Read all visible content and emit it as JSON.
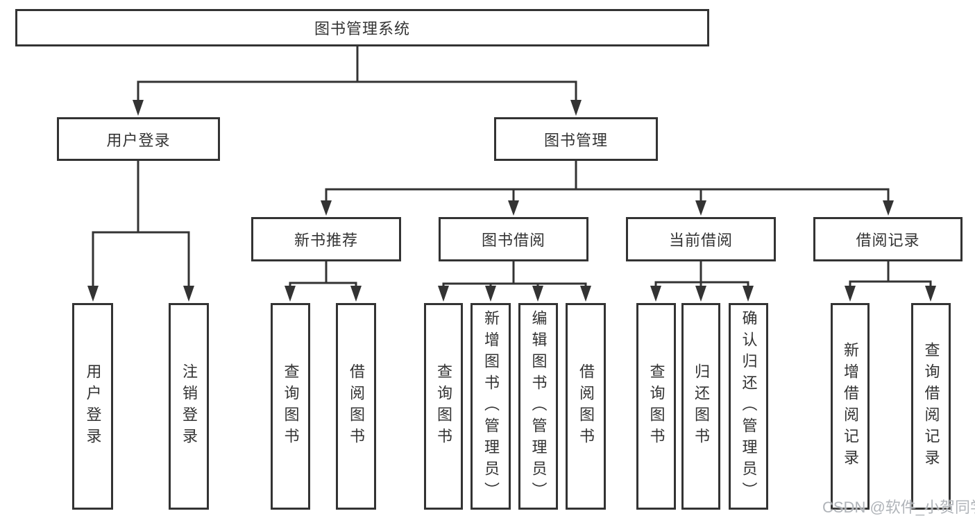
{
  "nodes": {
    "root": "图书管理系统",
    "user_login": "用户登录",
    "book_mgmt": "图书管理",
    "new_books": "新书推荐",
    "book_borrow": "图书借阅",
    "current_borrow": "当前借阅",
    "borrow_records": "借阅记录",
    "leaf_user_login": "用户登录",
    "leaf_logout": "注销登录",
    "leaf_nb_query": "查询图书",
    "leaf_nb_borrow": "借阅图书",
    "leaf_bb_query": "查询图书",
    "leaf_bb_add": "新增图书（管理员）",
    "leaf_bb_edit": "编辑图书（管理员）",
    "leaf_bb_borrow": "借阅图书",
    "leaf_cb_query": "查询图书",
    "leaf_cb_return": "归还图书",
    "leaf_cb_confirm": "确认归还（管理员）",
    "leaf_br_add": "新增借阅记录",
    "leaf_br_query": "查询借阅记录"
  },
  "watermark": "CSDN @软件_小贺同学",
  "colors": {
    "line": "#333333",
    "text": "#333333",
    "box_background": "#ffffff",
    "watermark": "#acb0b5",
    "background": "#ffffff"
  }
}
